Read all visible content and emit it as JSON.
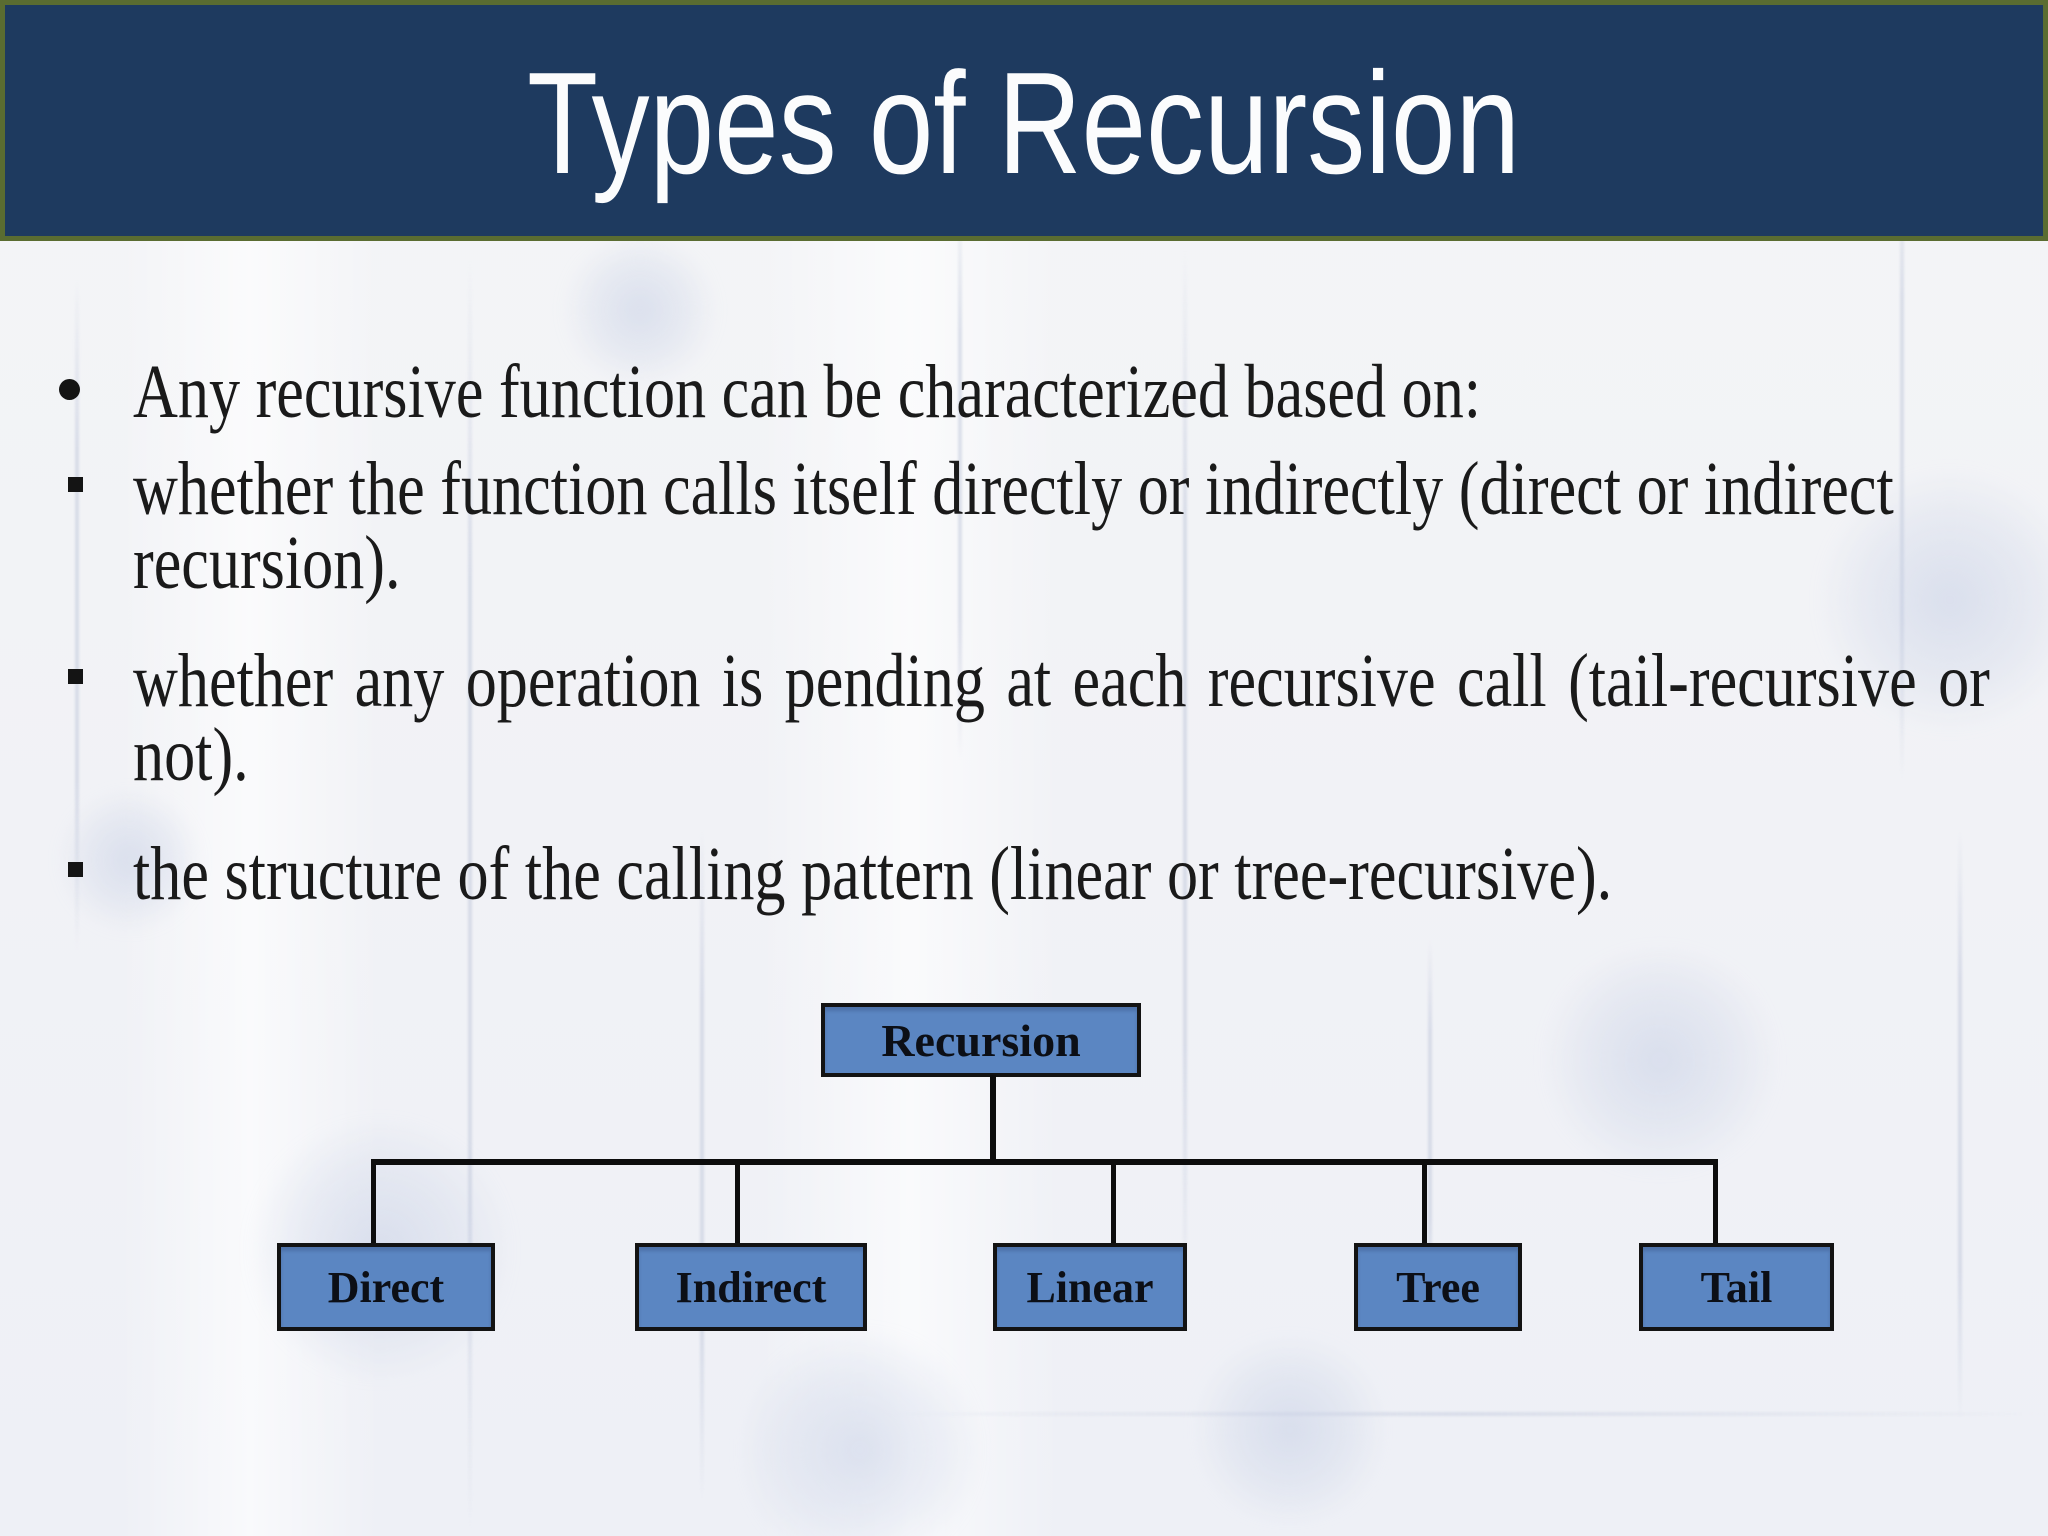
{
  "slide": {
    "title": "Types of Recursion",
    "bullets": [
      {
        "level": 1,
        "marker": "disc",
        "text": "Any recursive function can be characterized based on:"
      },
      {
        "level": 2,
        "marker": "square",
        "text": "whether the function calls itself directly or indirectly (direct or indirect recursion)."
      },
      {
        "level": 2,
        "marker": "square",
        "text": "whether any operation is pending at each recursive call (tail-recursive or not)."
      },
      {
        "level": 2,
        "marker": "square",
        "text": "the structure of the calling pattern (linear or tree-recursive)."
      }
    ],
    "diagram": {
      "root": "Recursion",
      "children": [
        "Direct",
        "Indirect",
        "Linear",
        "Tree",
        "Tail"
      ]
    },
    "colors": {
      "banner_background": "#1e3a5f",
      "banner_border": "#5a6c31",
      "title_text": "#fbfcfd",
      "body_text": "#1a1a1a",
      "node_fill": "#5b86c2",
      "node_border": "#131313",
      "connector": "#0d0d0d",
      "slide_background": "#f2f3f6"
    }
  }
}
